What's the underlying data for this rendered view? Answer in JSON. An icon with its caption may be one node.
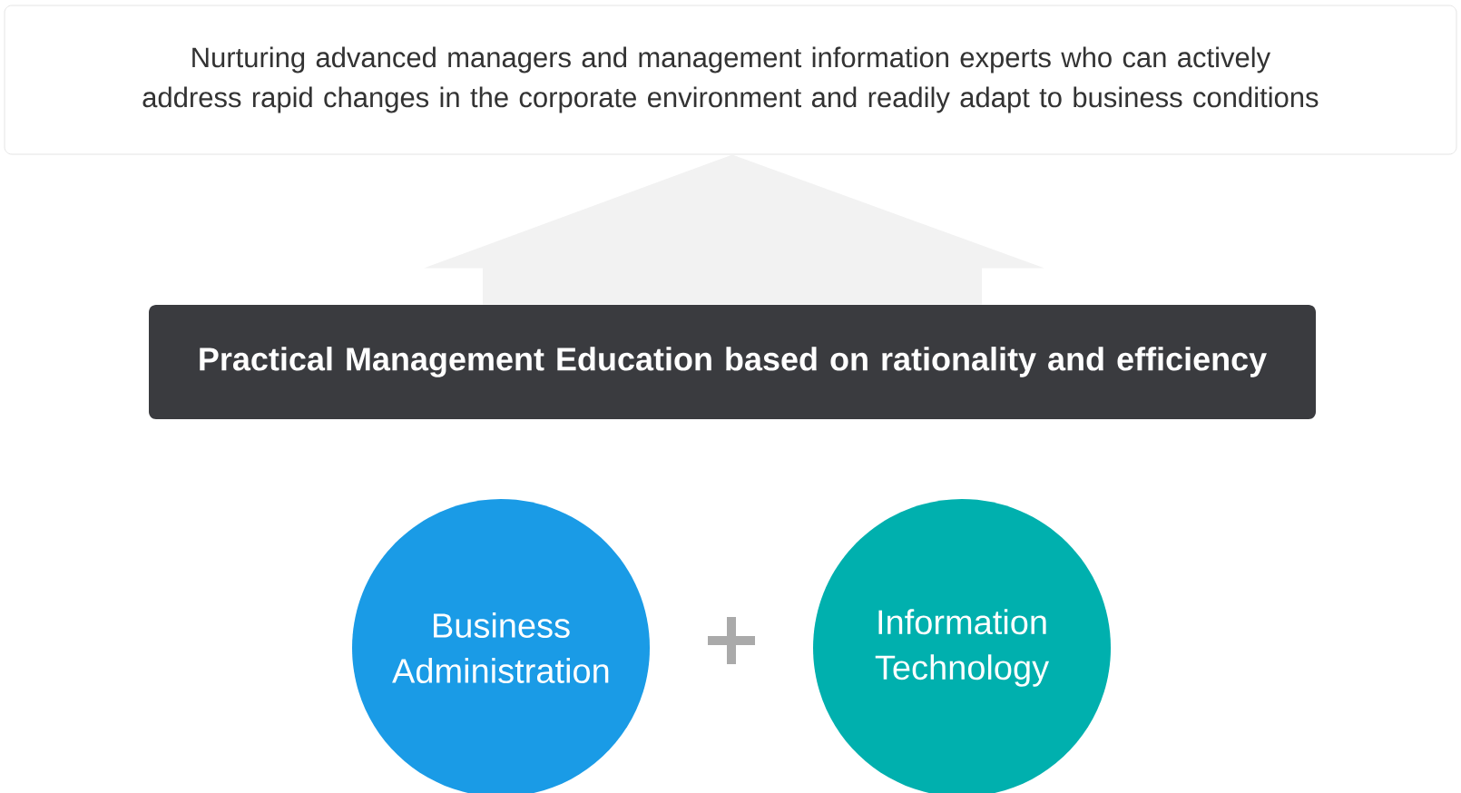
{
  "diagram": {
    "nodes": [
      {
        "text": [
          "Nurturing advanced managers and management information experts who can actively address rapid changes in the corporate environment and readily adapt to business conditions"
        ]
      },
      {
        "text": [
          "Practical Management Education based on rationality and efficiency"
        ]
      },
      {
        "text": [
          "Business Administration"
        ]
      },
      {
        "text": [
          "Information Technology"
        ]
      }
    ],
    "edges": [
      {
        "from": 1,
        "to": 0,
        "arrow": "to",
        "color": "#f2f2f2"
      }
    ]
  }
}
